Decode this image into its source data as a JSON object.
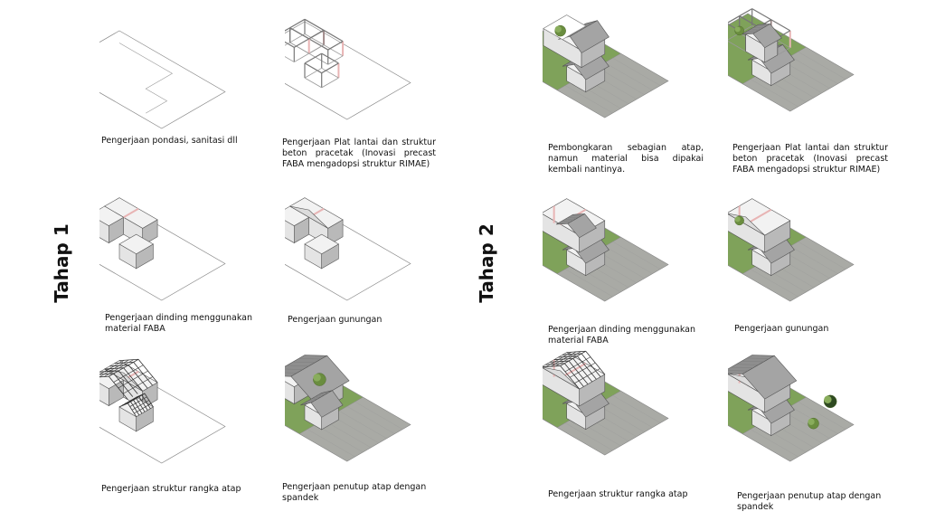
{
  "phases": [
    {
      "label": "Tahap 1",
      "steps": [
        {
          "caption": "Pengerjaan pondasi, sanitasi dll",
          "stage": "foundation"
        },
        {
          "caption": "Pengerjaan Plat lantai dan struktur beton pracetak (Inovasi precast FABA mengadopsi struktur RIMAE)",
          "stage": "frame"
        },
        {
          "caption": "Pengerjaan dinding menggunakan material FABA",
          "stage": "walls"
        },
        {
          "caption": "Pengerjaan gunungan",
          "stage": "gables"
        },
        {
          "caption": "Pengerjaan struktur rangka atap",
          "stage": "roof-truss"
        },
        {
          "caption": "Pengerjaan penutup atap dengan spandek",
          "stage": "roof-cover"
        }
      ]
    },
    {
      "label": "Tahap 2",
      "steps": [
        {
          "caption": "Pembongkaran sebagian atap, namun material bisa dipakai kembali nantinya.",
          "stage": "partial-demolition"
        },
        {
          "caption": "Pengerjaan Plat lantai dan struktur beton pracetak (Inovasi precast FABA mengadopsi struktur RIMAE)",
          "stage": "frame"
        },
        {
          "caption": "Pengerjaan dinding menggunakan material FABA",
          "stage": "walls"
        },
        {
          "caption": "Pengerjaan gunungan",
          "stage": "gables"
        },
        {
          "caption": "Pengerjaan struktur rangka atap",
          "stage": "roof-truss"
        },
        {
          "caption": "Pengerjaan penutup atap dengan spandek",
          "stage": "roof-cover"
        }
      ]
    }
  ],
  "colors": {
    "grass": "#7fa25a",
    "paving": "#a9aaa5",
    "wall": "#cfcfcf",
    "roof": "#8e8e8e",
    "column_accent": "#e8b4b4",
    "line": "#555555"
  }
}
